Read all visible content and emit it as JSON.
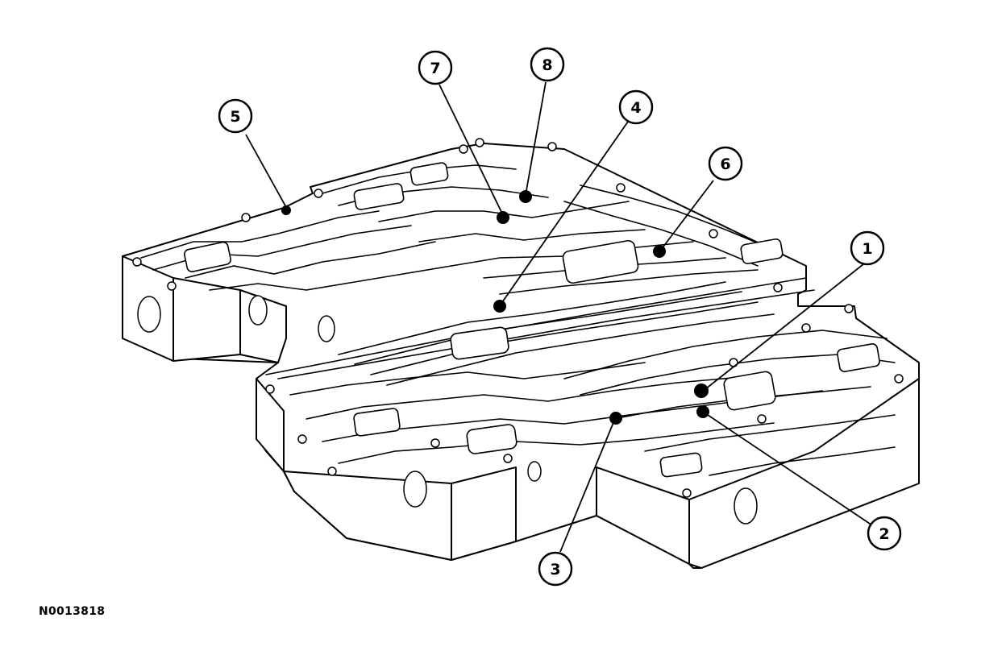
{
  "figure_id": "N0013818",
  "callouts": [
    {
      "label": "1"
    },
    {
      "label": "2"
    },
    {
      "label": "3"
    },
    {
      "label": "4"
    },
    {
      "label": "5"
    },
    {
      "label": "6"
    },
    {
      "label": "7"
    },
    {
      "label": "8"
    }
  ]
}
